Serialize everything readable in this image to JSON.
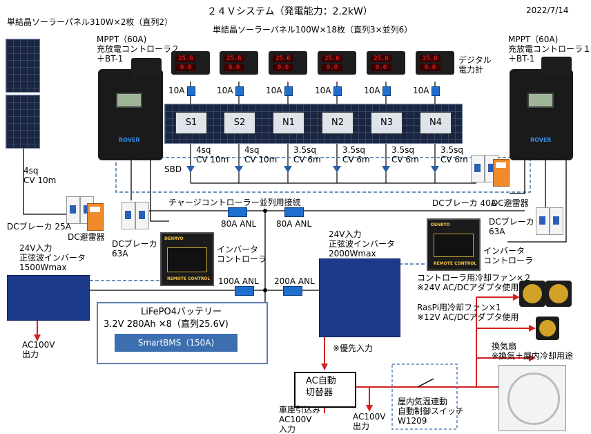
{
  "title": "２４Ｖシステム（発電能力：2.2kW）",
  "date": "2022/7/14",
  "left_panel_label": "単結晶ソーラーパネル310W×2枚（直列2）",
  "array_label": "単結晶ソーラーパネル100W×18枚（直列3×並列6）",
  "mppt2_label": "MPPT（60A)\n充放電コントローラ２\n＋BT-1",
  "mppt1_label": "MPPT（60A)\n充放電コントローラ１\n＋BT-1",
  "meter_label": "デジタル\n電力計",
  "strings": [
    {
      "name": "S1",
      "fuse": "10A",
      "wire": "4sq\nCV 10m",
      "reading": [
        "25.6",
        "0.0"
      ]
    },
    {
      "name": "S2",
      "fuse": "10A",
      "wire": "4sq\nCV 10m",
      "reading": [
        "25.6",
        "0.0"
      ]
    },
    {
      "name": "N1",
      "fuse": "10A",
      "wire": "3.5sq\nCV 6m",
      "reading": [
        "25.6",
        "0.0"
      ]
    },
    {
      "name": "N2",
      "fuse": "10A",
      "wire": "3.5sq\nCV 6m",
      "reading": [
        "25.6",
        "0.0"
      ]
    },
    {
      "name": "N3",
      "fuse": "10A",
      "wire": "3.5sq\nCV 6m",
      "reading": [
        "25.6",
        "0.0"
      ]
    },
    {
      "name": "N4",
      "fuse": "10A",
      "wire": "3.5sq\nCV 6m",
      "reading": [
        "25.6",
        "0.0"
      ]
    }
  ],
  "sbd": "SBD",
  "left_wire": "4sq\nCV 10m",
  "dc_breaker_25": "DCブレーカ 25A",
  "dc_spd_left": "DC避雷器",
  "dc_breaker_63_left": "DCブレーカ\n63A",
  "parallel_link": "チャージコントローラー並列用接続",
  "anl_80_left": "80A ANL",
  "anl_80_right": "80A ANL",
  "anl_100": "100A ANL",
  "anl_200": "200A ANL",
  "dc_breaker_40": "DCブレーカ 40A",
  "dc_spd_right": "DC避雷器",
  "dc_breaker_63_right": "DCブレーカ\n63A",
  "inverter_left_label": "24V入力\n正弦波インバータ\n1500Wmax",
  "inverter_ctrl_left": "インバータ\nコントローラ",
  "inverter_right_label": "24V入力\n正弦波インバータ\n2000Wmax",
  "inverter_ctrl_right": "インバータ\nコントローラ",
  "remote_text": "REMOTE CONTROL",
  "ctrl_brand": "DENRYO",
  "battery_title": "LiFePO4バッテリー",
  "battery_spec": "3.2V  280Ah  ✕8（直列25.6V)",
  "bms": "SmartBMS（150A)",
  "ac_out_left": "AC100V\n出力",
  "priority_input": "※優先入力",
  "ats": "AC自動\n切替器",
  "garage_input": "車庫引込み\nAC100V\n入力",
  "ac_out_center": "AC100V\n出力",
  "switch_label": "屋内気温連動\n自動制御スイッチ\nW1209",
  "fan_ctrl": "コントローラ用冷却ファン×２\n※24V AC/DCアダプタ使用",
  "fan_raspi": "RasPi用冷却ファン×1\n※12V AC/DCアダプタ使用",
  "vent_fan": "換気扇\n※換気＋屋内冷却用途",
  "colors": {
    "red": "#d42020",
    "dash": "#3a6ea5",
    "panel": "#1a2540"
  }
}
